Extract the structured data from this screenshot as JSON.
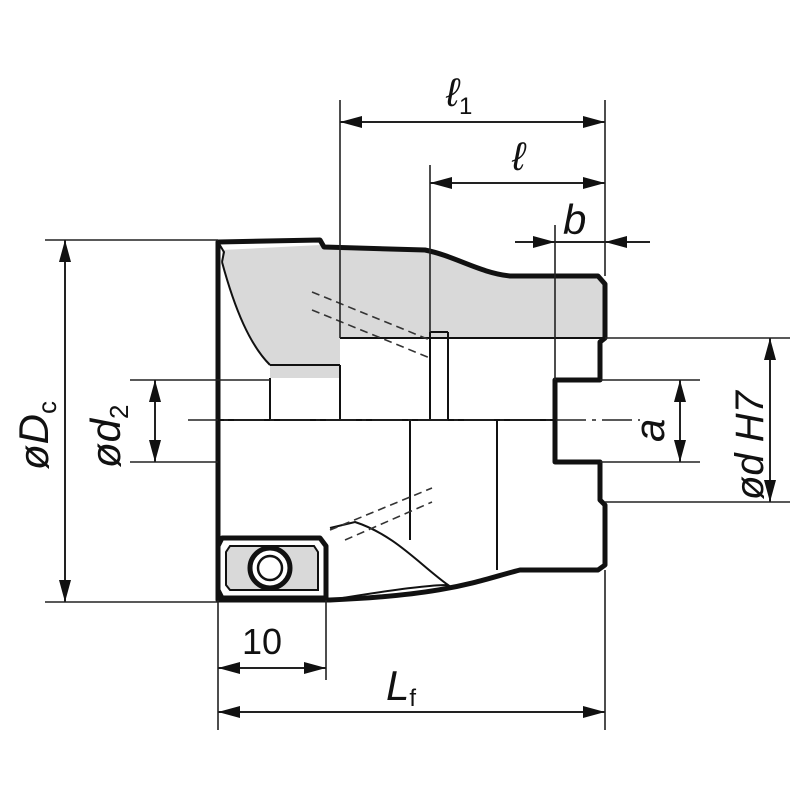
{
  "diagram": {
    "labels": {
      "l1": "ℓ",
      "l1_sub": "1",
      "l": "ℓ",
      "b": "b",
      "dc_main": "øD",
      "dc_sub": "c",
      "d2_main": "ød",
      "d2_sub": "2",
      "a": "a",
      "d_h7": "ød H7",
      "ten": "10",
      "lf_main": "L",
      "lf_sub": "f"
    },
    "colors": {
      "line": "#111111",
      "shade": "#d9d9d9",
      "background": "#ffffff"
    }
  }
}
